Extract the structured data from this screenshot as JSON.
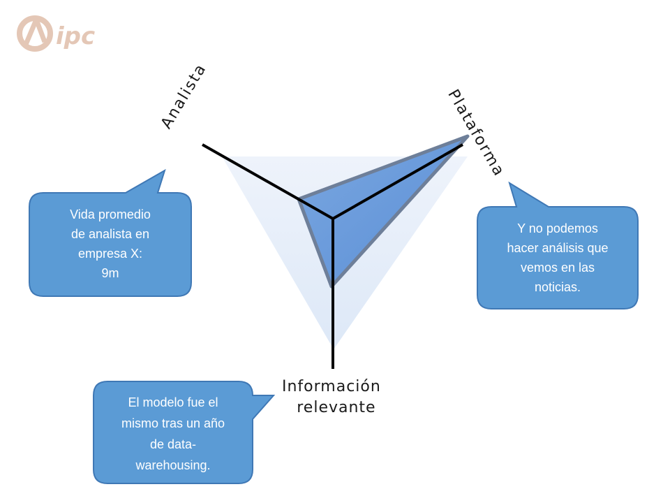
{
  "logo": {
    "text": "ipc",
    "color": "#e4c7b6"
  },
  "axes": {
    "analista": "Analista",
    "plataforma": "Plataforma",
    "informacion_line1": "Información",
    "informacion_line2": "relevante"
  },
  "callouts": {
    "left": [
      "Vida promedio",
      "de analista en",
      "empresa X:",
      "9m"
    ],
    "right": [
      "Y no podemos",
      "hacer análisis que",
      "vemos en las",
      "noticias."
    ],
    "bottom": [
      "El modelo fue el",
      "mismo tras un año",
      "de data-",
      "warehousing."
    ]
  },
  "colors": {
    "callout_fill": "#5b9bd5",
    "callout_stroke": "#3f78b5",
    "triangle_fill": "#e6eef9",
    "value_fill": "#6d9edb",
    "axis": "#000000"
  }
}
